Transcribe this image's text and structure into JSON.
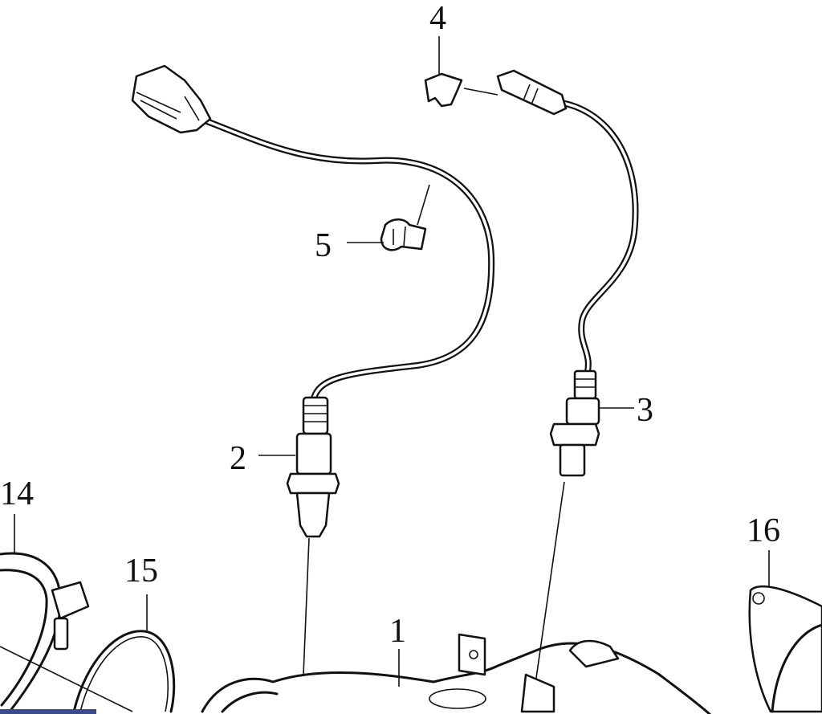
{
  "diagram": {
    "callouts": [
      {
        "id": "1",
        "label": "1"
      },
      {
        "id": "2",
        "label": "2"
      },
      {
        "id": "3",
        "label": "3"
      },
      {
        "id": "4",
        "label": "4"
      },
      {
        "id": "5",
        "label": "5"
      },
      {
        "id": "14",
        "label": "14"
      },
      {
        "id": "15",
        "label": "15"
      },
      {
        "id": "16",
        "label": "16"
      }
    ]
  }
}
